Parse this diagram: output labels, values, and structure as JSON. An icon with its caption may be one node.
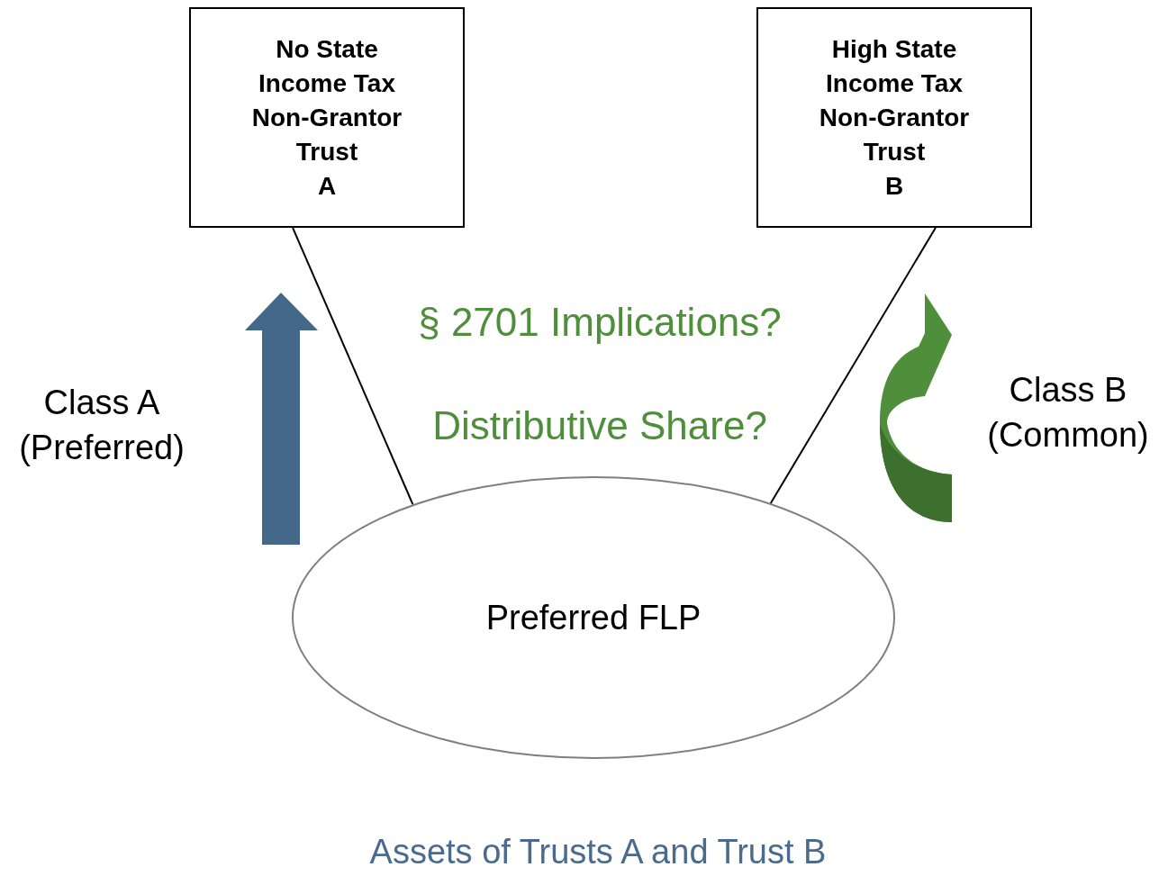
{
  "diagram": {
    "caption": "Assets of Trusts A and Trust B",
    "nodes": [
      {
        "text": [
          "No State Income Tax Non-Grantor Trust",
          "A"
        ]
      },
      {
        "text": [
          "High State Income Tax Non-Grantor Trust",
          "B"
        ]
      },
      {
        "text": [
          "Preferred FLP"
        ]
      }
    ],
    "edges": [
      {
        "from": 0,
        "to": 2,
        "arrow": "none"
      },
      {
        "from": 1,
        "to": 2,
        "arrow": "none"
      }
    ],
    "labels": [
      "Class A (Preferred)",
      "§ 2701 Implications?",
      "Distributive Share?",
      "Class B (Common)"
    ]
  }
}
